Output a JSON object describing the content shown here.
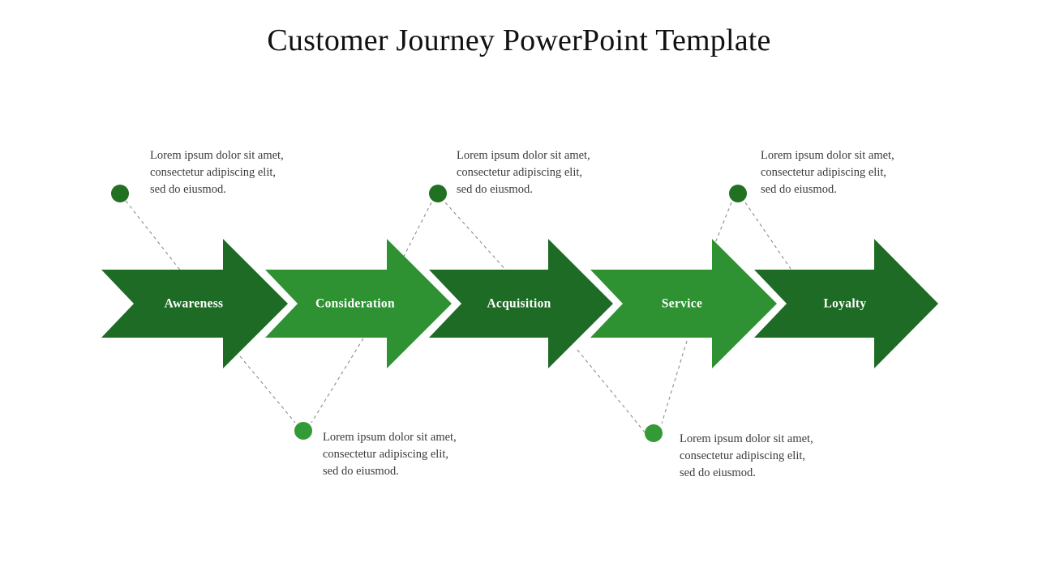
{
  "slide": {
    "title": "Customer Journey PowerPoint Template",
    "background_color": "#ffffff",
    "title_color": "#111111"
  },
  "palette": {
    "dark_green": "#1E6B25",
    "light_green": "#2E9132",
    "dot_dark_green": "#227022",
    "dot_light_green": "#349A37",
    "connector_gray": "#8d8d8d",
    "note_text_color": "#3b3b3b",
    "label_text_color": "#ffffff"
  },
  "chart_data": {
    "type": "diagram",
    "subtype": "chevron-process-flow",
    "title": "Customer Journey PowerPoint Template",
    "orientation": "horizontal-left-to-right",
    "stage_count": 5,
    "stages": [
      {
        "index": 1,
        "label": "Awareness",
        "fill": "#1E6B25",
        "shade": "dark"
      },
      {
        "index": 2,
        "label": "Consideration",
        "fill": "#2E9132",
        "shade": "light"
      },
      {
        "index": 3,
        "label": "Acquisition",
        "fill": "#1E6B25",
        "shade": "dark"
      },
      {
        "index": 4,
        "label": "Service",
        "fill": "#2E9132",
        "shade": "light"
      },
      {
        "index": 5,
        "label": "Loyalty",
        "fill": "#1E6B25",
        "shade": "dark"
      }
    ],
    "callouts": [
      {
        "id": "callout-top-1",
        "position": "top",
        "dot_color": "#227022",
        "lines": [
          "Lorem ipsum dolor sit amet,",
          "consectetur adipiscing elit,",
          "sed do eiusmod."
        ]
      },
      {
        "id": "callout-top-2",
        "position": "top",
        "dot_color": "#227022",
        "lines": [
          "Lorem ipsum dolor sit amet,",
          "consectetur adipiscing elit,",
          "sed do eiusmod."
        ]
      },
      {
        "id": "callout-top-3",
        "position": "top",
        "dot_color": "#227022",
        "lines": [
          "Lorem ipsum dolor sit amet,",
          "consectetur adipiscing elit,",
          "sed do eiusmod."
        ]
      },
      {
        "id": "callout-bottom-1",
        "position": "bottom",
        "dot_color": "#349A37",
        "lines": [
          "Lorem ipsum dolor sit amet,",
          "consectetur adipiscing elit,",
          "sed do eiusmod."
        ]
      },
      {
        "id": "callout-bottom-2",
        "position": "bottom",
        "dot_color": "#349A37",
        "lines": [
          "Lorem ipsum dolor sit amet,",
          "consectetur adipiscing elit,",
          "sed do eiusmod."
        ]
      }
    ]
  },
  "stage_labels": {
    "s1": "Awareness",
    "s2": "Consideration",
    "s3": "Acquisition",
    "s4": "Service",
    "s5": "Loyalty"
  },
  "notes": {
    "top1": {
      "l1": "Lorem ipsum dolor sit amet,",
      "l2": "consectetur adipiscing elit,",
      "l3": "sed do eiusmod."
    },
    "top2": {
      "l1": "Lorem ipsum dolor sit amet,",
      "l2": "consectetur adipiscing elit,",
      "l3": "sed do eiusmod."
    },
    "top3": {
      "l1": "Lorem ipsum dolor sit amet,",
      "l2": "consectetur adipiscing elit,",
      "l3": "sed do eiusmod."
    },
    "bot1": {
      "l1": "Lorem ipsum dolor sit amet,",
      "l2": "consectetur adipiscing elit,",
      "l3": "sed do eiusmod."
    },
    "bot2": {
      "l1": "Lorem ipsum dolor sit amet,",
      "l2": "consectetur adipiscing elit,",
      "l3": "sed do eiusmod."
    }
  }
}
